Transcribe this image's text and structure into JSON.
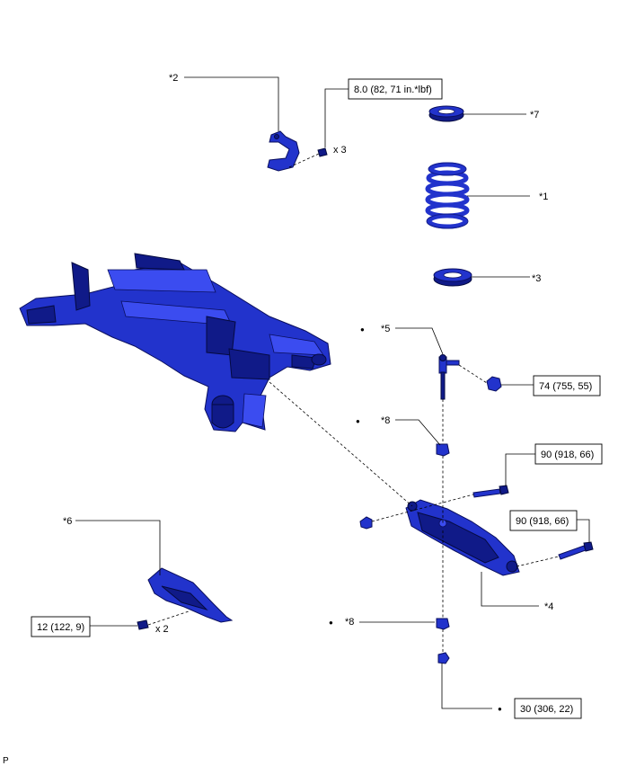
{
  "parts": {
    "p1": "*1",
    "p2": "*2",
    "p3": "*3",
    "p4": "*4",
    "p5": "*5",
    "p6": "*6",
    "p7": "*7",
    "p8a": "*8",
    "p8b": "*8"
  },
  "torques": {
    "t_bracket": "8.0 (82, 71 in.*lbf)",
    "t_link_nut": "74 (755, 55)",
    "t_bolt_upper": "90 (918, 66)",
    "t_bolt_lower": "90 (918, 66)",
    "t_cover_bolt": "12 (122, 9)",
    "t_bottom_nut": "30 (306, 22)"
  },
  "quantities": {
    "q_bracket": "x 3",
    "q_cover": "x 2"
  },
  "markers": {
    "bullet": "●"
  },
  "footer": {
    "code": "P"
  },
  "colors": {
    "part_blue": "#2233cc",
    "part_dark": "#101a88",
    "outline": "#000000"
  }
}
